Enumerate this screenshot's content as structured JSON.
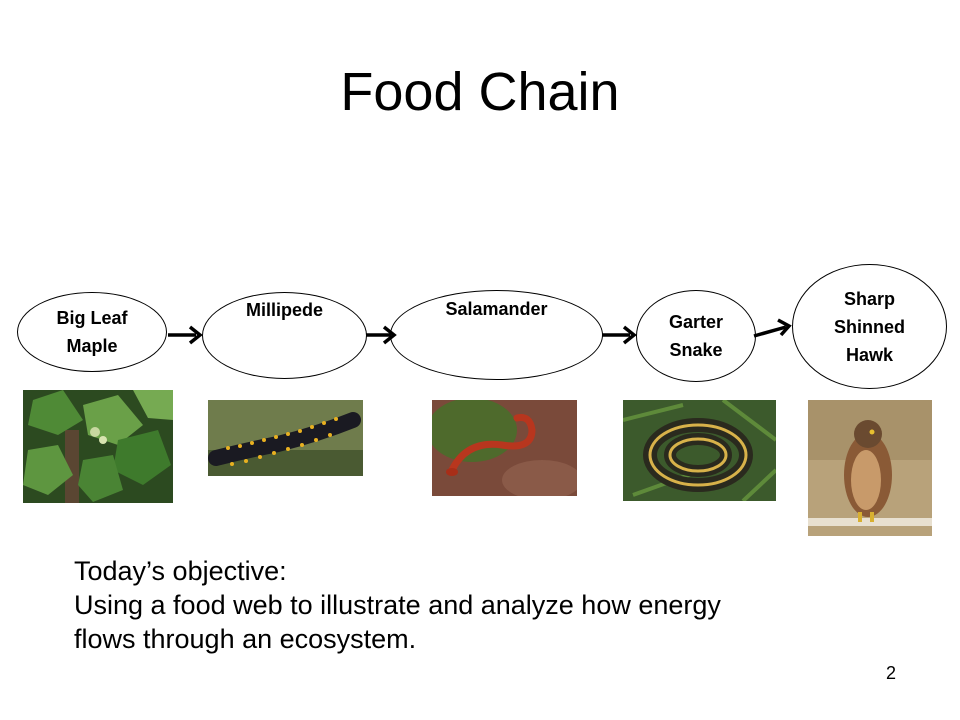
{
  "slide": {
    "title": "Food Chain",
    "number": "2"
  },
  "chain": [
    {
      "label_lines": [
        "Big Leaf",
        "Maple"
      ],
      "image_icon": "big-leaf-maple-photo-icon"
    },
    {
      "label_lines": [
        "Millipede"
      ],
      "image_icon": "millipede-photo-icon"
    },
    {
      "label_lines": [
        "Salamander"
      ],
      "image_icon": "salamander-photo-icon"
    },
    {
      "label_lines": [
        "Garter",
        "Snake"
      ],
      "image_icon": "garter-snake-photo-icon"
    },
    {
      "label_lines": [
        "Sharp",
        "Shinned",
        "Hawk"
      ],
      "image_icon": "hawk-photo-icon"
    }
  ],
  "objective": {
    "heading": "Today’s objective:",
    "line1": "Using a food web to illustrate and analyze how energy",
    "line2": "flows through an ecosystem."
  },
  "colors": {
    "background": "#ffffff",
    "text": "#000000",
    "foliage": "#3e6e2c",
    "millipede_body": "#1a1a22",
    "millipede_spots": "#e8b020",
    "salamander": "#b8361e",
    "snake_stripe": "#d8b24a",
    "hawk_body": "#8a5a36"
  }
}
